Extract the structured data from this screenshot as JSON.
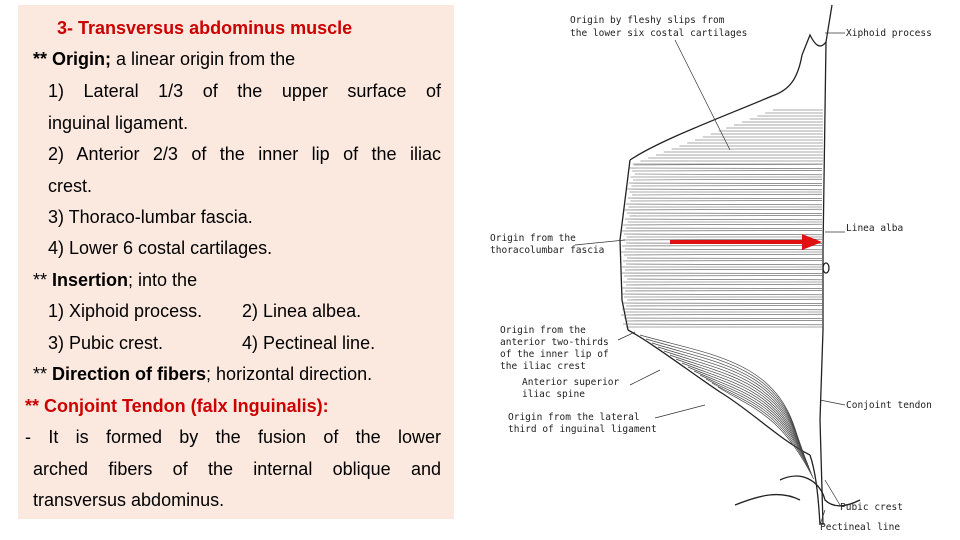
{
  "text": {
    "heading": "3- Transversus abdominus muscle",
    "origin_label": "** Origin;",
    "origin_rest": " a linear origin from the",
    "origin_1a": "1) Lateral 1/3 of the upper surface of",
    "origin_1b": "inguinal ligament.",
    "origin_2a": "2) Anterior 2/3 of the inner lip of the iliac",
    "origin_2b": "crest.",
    "origin_3": "3) Thoraco-lumbar fascia.",
    "origin_4": "4) Lower 6 costal cartilages.",
    "insertion_prefix": "** ",
    "insertion_label": "Insertion",
    "insertion_rest": "; into the",
    "insertion_1": "1) Xiphoid process.",
    "insertion_2": "2) Linea albea.",
    "insertion_3": "3) Pubic crest.",
    "insertion_4": "4) Pectineal line.",
    "direction_prefix": "** ",
    "direction_label": "Direction of fibers",
    "direction_rest": "; horizontal direction.",
    "conjoint_heading": "** Conjoint Tendon (falx Inguinalis):",
    "conjoint_1": "- It is formed by the fusion of the lower",
    "conjoint_2": "arched fibers of the internal oblique and",
    "conjoint_3": "transversus abdominus."
  },
  "diagram": {
    "label_origin_slips_1": "Origin by fleshy slips from",
    "label_origin_slips_2": "the lower six costal cartilages",
    "label_xiphoid": "Xiphoid process",
    "label_linea_alba": "Linea alba",
    "label_thoracolumbar_1": "Origin from the",
    "label_thoracolumbar_2": "thoracolumbar fascia",
    "label_iliac_1": "Origin from the",
    "label_iliac_2": "anterior two-thirds",
    "label_iliac_3": "of the inner lip of",
    "label_iliac_4": "the iliac crest",
    "label_asis_1": "Anterior superior",
    "label_asis_2": "iliac spine",
    "label_inguinal_1": "Origin from the lateral",
    "label_inguinal_2": "third of inguinal ligament",
    "label_conjoint": "Conjoint tendon",
    "label_pubic_crest": "Pubic crest",
    "label_pectineal": "Pectineal line"
  },
  "colors": {
    "panel_bg": "#fbe9e0",
    "accent_red": "#cc0000",
    "arrow_red": "#e01010"
  }
}
